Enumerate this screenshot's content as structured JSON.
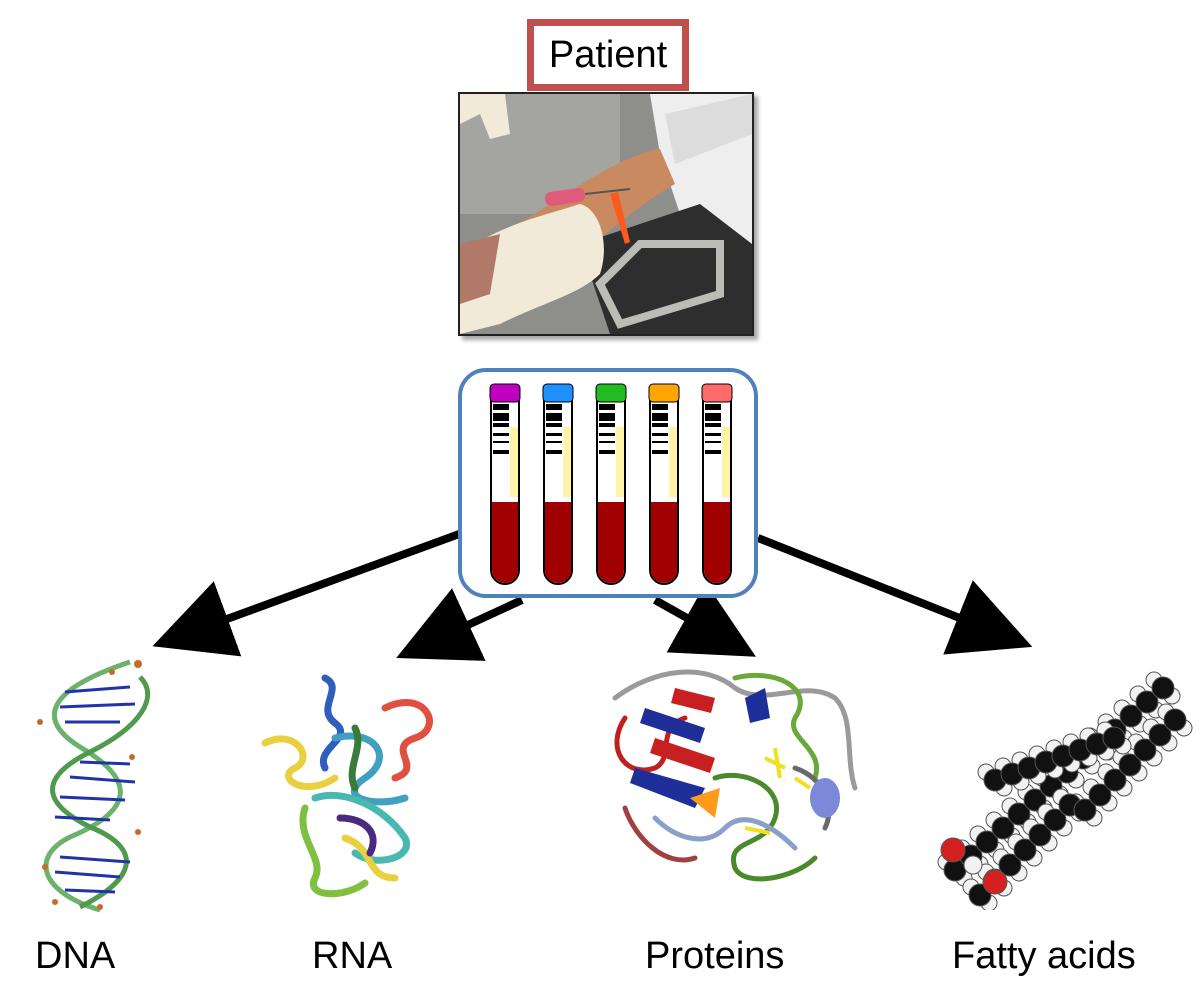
{
  "patient": {
    "label": "Patient"
  },
  "tubes": {
    "cap_colors": [
      "#c000c0",
      "#1e90ff",
      "#22bb22",
      "#ffa500",
      "#ff6a6a"
    ],
    "blood_color": "#a00000",
    "sticker_color": "#fff3a8"
  },
  "outputs": [
    {
      "label": "DNA",
      "icon": "dna-double-helix-icon"
    },
    {
      "label": "RNA",
      "icon": "rna-ribbon-structure-icon"
    },
    {
      "label": "Proteins",
      "icon": "protein-ribbon-structure-icon"
    },
    {
      "label": "Fatty acids",
      "icon": "fatty-acid-space-filling-icon"
    }
  ],
  "colors": {
    "patient_border": "#c0504d",
    "tubes_border": "#4f81bd",
    "arrow": "#000000"
  }
}
